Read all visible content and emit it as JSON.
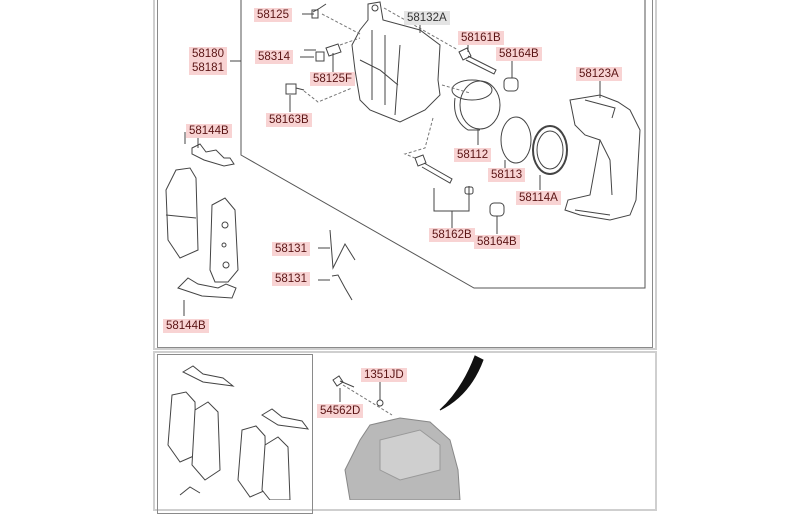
{
  "diagram": {
    "labels": {
      "l58125": "58125",
      "l58132A": "58132A",
      "l58180": "58180",
      "l58181": "58181",
      "l58314": "58314",
      "l58161B": "58161B",
      "l58164B_top": "58164B",
      "l58125F": "58125F",
      "l58123A": "58123A",
      "l58163B": "58163B",
      "l58144B_top": "58144B",
      "l58112": "58112",
      "l58113": "58113",
      "l58114A": "58114A",
      "l58162B": "58162B",
      "l58164B_bottom": "58164B",
      "l58131_a": "58131",
      "l58131_b": "58131",
      "l58144B_bottom": "58144B",
      "l1351JD": "1351JD",
      "l54562D": "54562D"
    },
    "colors": {
      "label_bg": "#f8d3d3",
      "label_text": "#5a1414"
    }
  }
}
